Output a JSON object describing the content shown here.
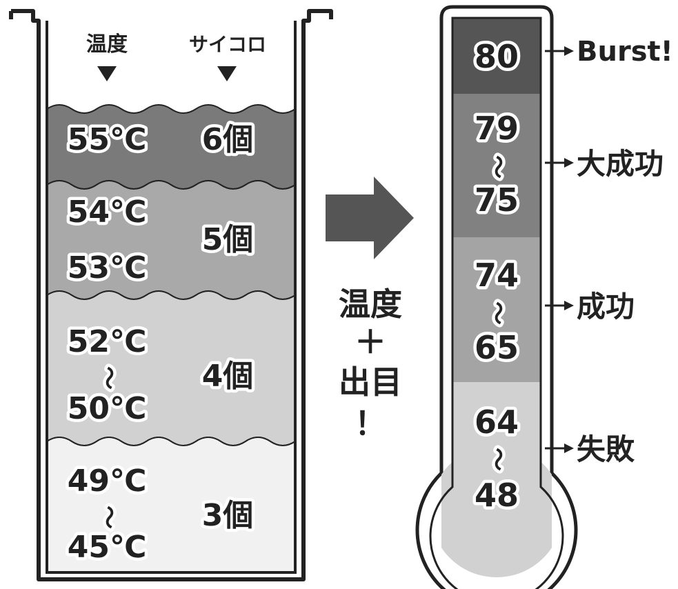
{
  "cup": {
    "header_temp": "温度",
    "header_dice": "サイコロ",
    "bands": [
      {
        "temps": [
          "55℃"
        ],
        "dice": "6個",
        "color": "#7a7a7a"
      },
      {
        "temps": [
          "54℃",
          "53℃"
        ],
        "dice": "5個",
        "color": "#a9a9a9"
      },
      {
        "temps": [
          "52℃",
          "〜",
          "50℃"
        ],
        "dice": "4個",
        "color": "#d1d1d1"
      },
      {
        "temps": [
          "49℃",
          "〜",
          "45℃"
        ],
        "dice": "3個",
        "color": "#f1f1f1"
      }
    ]
  },
  "middle": {
    "lines": [
      "温度",
      "＋",
      "出目",
      "！"
    ]
  },
  "thermometer": {
    "segments": [
      {
        "lines": [
          "80"
        ],
        "color": "#555555",
        "result": "Burst!"
      },
      {
        "lines": [
          "79",
          "〜",
          "75"
        ],
        "color": "#818181",
        "result": "大成功"
      },
      {
        "lines": [
          "74",
          "〜",
          "65"
        ],
        "color": "#a4a4a4",
        "result": "成功"
      },
      {
        "lines": [
          "64",
          "〜",
          "48"
        ],
        "color": "#d1d1d1",
        "result": "失敗"
      }
    ]
  },
  "colors": {
    "outline": "#222222",
    "arrow": "#555555",
    "text_stroke": "#ffffff"
  }
}
